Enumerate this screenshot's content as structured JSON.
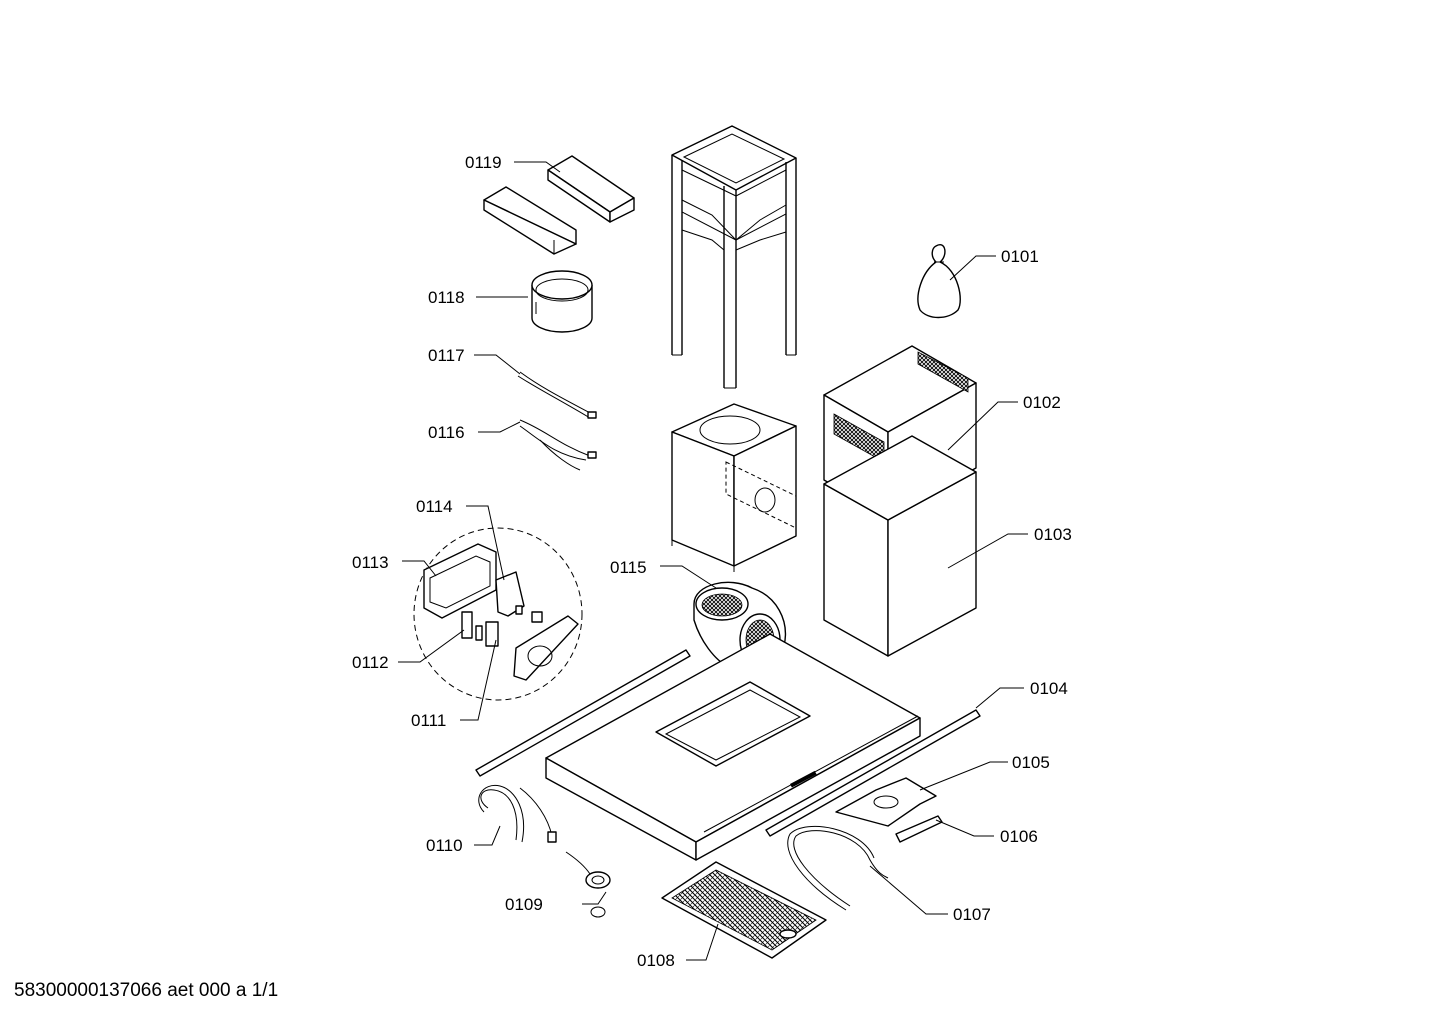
{
  "parts": [
    {
      "id": "0101"
    },
    {
      "id": "0102"
    },
    {
      "id": "0103"
    },
    {
      "id": "0104"
    },
    {
      "id": "0105"
    },
    {
      "id": "0106"
    },
    {
      "id": "0107"
    },
    {
      "id": "0108"
    },
    {
      "id": "0109"
    },
    {
      "id": "0110"
    },
    {
      "id": "0111"
    },
    {
      "id": "0112"
    },
    {
      "id": "0113"
    },
    {
      "id": "0114"
    },
    {
      "id": "0115"
    },
    {
      "id": "0116"
    },
    {
      "id": "0117"
    },
    {
      "id": "0118"
    },
    {
      "id": "0119"
    }
  ],
  "footer": "58300000137066 aet 000 a 1/1"
}
